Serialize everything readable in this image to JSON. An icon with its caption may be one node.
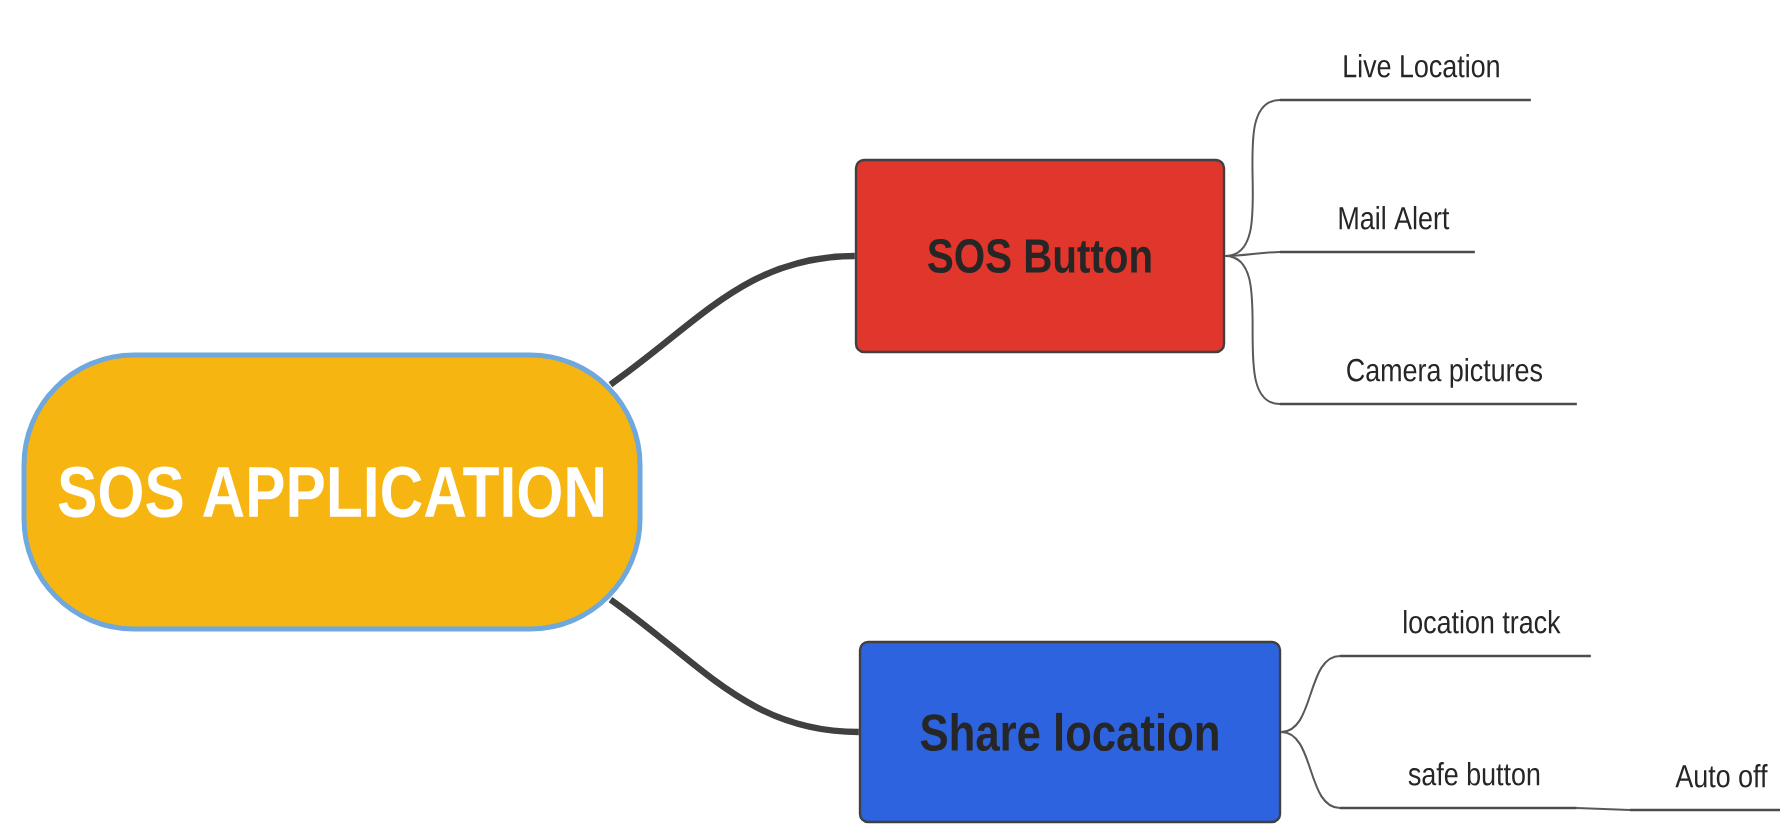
{
  "diagram": {
    "nodes": [
      {
        "text": [
          "SOS APPLICATION"
        ]
      },
      {
        "text": [
          "SOS Button"
        ]
      },
      {
        "text": [
          "Live Location"
        ]
      },
      {
        "text": [
          "Mail Alert"
        ]
      },
      {
        "text": [
          "Camera pictures"
        ]
      },
      {
        "text": [
          "Share location"
        ]
      },
      {
        "text": [
          "location track"
        ]
      },
      {
        "text": [
          "safe button"
        ]
      },
      {
        "text": [
          "Auto off"
        ]
      }
    ],
    "edges": [
      {
        "from": 0,
        "to": 1,
        "arrow": "none",
        "style": "thick"
      },
      {
        "from": 1,
        "to": 2,
        "arrow": "none"
      },
      {
        "from": 1,
        "to": 3,
        "arrow": "none"
      },
      {
        "from": 1,
        "to": 4,
        "arrow": "none"
      },
      {
        "from": 0,
        "to": 5,
        "arrow": "none",
        "style": "thick"
      },
      {
        "from": 5,
        "to": 6,
        "arrow": "none"
      },
      {
        "from": 5,
        "to": 7,
        "arrow": "none"
      },
      {
        "from": 7,
        "to": 8,
        "arrow": "none"
      }
    ]
  }
}
